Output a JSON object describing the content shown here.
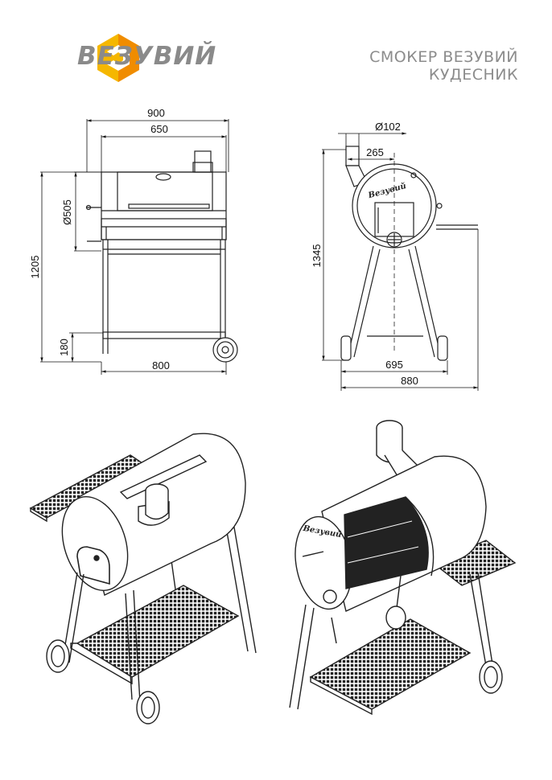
{
  "header": {
    "brand": "ВЕЗУВИЙ",
    "title_line1": "СМОКЕР ВЕЗУВИЙ",
    "title_line2": "КУДЕСНИК",
    "logo_colors": [
      "#f5b700",
      "#f08c00"
    ]
  },
  "front_view": {
    "dims": {
      "total_width": "900",
      "barrel_width": "650",
      "diameter": "Ø505",
      "height": "1205",
      "shelf_height": "180",
      "base_width": "800"
    }
  },
  "side_view": {
    "dims": {
      "chimney_diameter": "Ø102",
      "chimney_offset": "265",
      "height": "1345",
      "base_width": "695",
      "total_width": "880"
    },
    "emblem": "Везувий"
  },
  "iso_right": {
    "emblem": "Везувий"
  }
}
